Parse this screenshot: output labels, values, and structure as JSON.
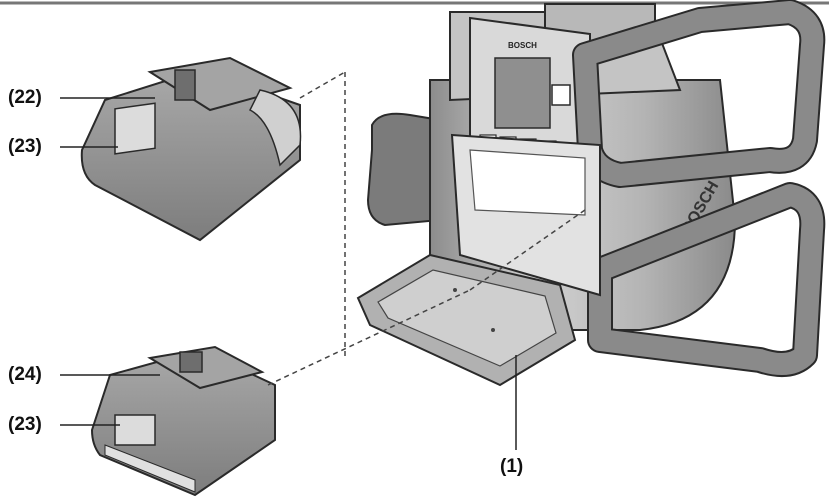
{
  "callouts": {
    "battery_18v": "(22)",
    "label_top": "(23)",
    "battery_high": "(24)",
    "label_bottom": "(23)",
    "compartment": "(1)"
  },
  "brand": {
    "logo_text": "BOSCH",
    "panel_text": "BOSCH"
  },
  "colors": {
    "body": "#9a9a9a",
    "dark": "#6e6e6e",
    "light": "#c9c9c9",
    "outline": "#2a2a2a"
  }
}
